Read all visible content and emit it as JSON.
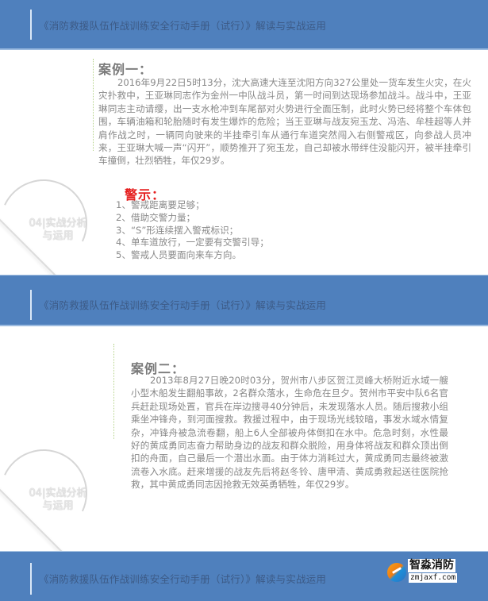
{
  "header": {
    "title": "《消防救援队伍作战训练安全行动手册（试行）》解读与实战运用"
  },
  "section_deco": {
    "label_line1": "04|实战分析",
    "label_line2": "与运用"
  },
  "case1": {
    "heading": "案例一：",
    "body": "2016年9月22日5时13分，沈大高速大连至沈阳方向327公里处一货车发生火灾，在火灾扑救中，王亚琳同志作为金州一中队战斗员，第一时间到达现场参加战斗。战斗中，王亚琳同志主动请缨，出一支水枪冲到车尾部对火势进行全面压制，此时火势已经将整个车体包围，车辆油箱和轮胎随时有发生爆炸的危险；当王亚琳与战友宛玉龙、冯浩、牟桂超等人并肩作战之时，一辆同向驶来的半挂牵引车从通行车道突然闯入右侧警戒区，向参战人员冲来，王亚琳大喊一声“闪开”，顺势推开了宛玉龙，自己却被水带绊住没能闪开，被半挂牵引车撞倒，壮烈牺牲，年仅29岁。"
  },
  "warning": {
    "heading": "警示：",
    "items": [
      "1、警戒距离要足够；",
      "2、借助交警力量；",
      "3、“S”形连续摆入警戒标识；",
      "4、单车道放行，一定要有交警引导；",
      "5、警戒人员要面向来车方向。"
    ]
  },
  "case2": {
    "heading": "案例二：",
    "body": "2013年8月27日晚20时03分，贺州市八步区贺江灵峰大桥附近水域一艘小型木船发生翻船事故，2名群众落水，生命危在旦夕。贺州市平安中队6名官兵赶赴现场处置，官兵在岸边搜寻40分钟后，未发现落水人员。随后搜救小组乘坐冲锋舟，到河面搜救。救援过程中，由于现场光线较暗，事发水域水情复杂，冲锋舟被急流卷翻，船上6人全部被舟体倒扣在水中。危急时刻，水性最好的黄成勇同志奋力帮助身边的战友和群众脱险，用身体将战友和群众顶出倒扣的舟面，自己最后一个潜出水面。由于体力消耗过大，黄成勇同志最终被激流卷入水底。赶来增援的战友先后将赵冬铃、唐甲清、黄成勇救起送往医院抢救，其中黄成勇同志因抢救无效英勇牺牲，年仅29岁。"
  },
  "watermark": {
    "name": "智淼消防",
    "url": "zmjaxf.com"
  },
  "colors": {
    "bar_blue": "#4f80bd",
    "warning_red": "#e51f1f",
    "body_gray": "#888888"
  }
}
